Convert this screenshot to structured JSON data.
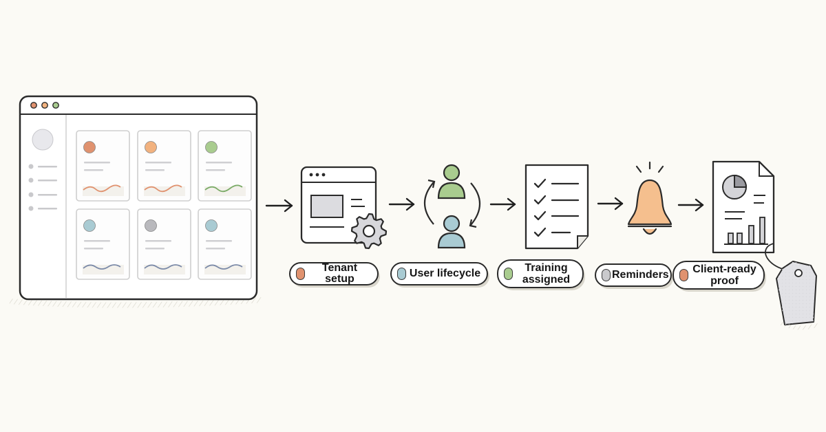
{
  "colors": {
    "orange": "#f2b27f",
    "rust": "#e0926f",
    "green": "#a9cc8f",
    "blue": "#a9cbd3",
    "grey": "#c9c9cc",
    "ink": "#2a2a2a",
    "paper": "#fbfaf5"
  },
  "steps": [
    {
      "label": "Tenant setup",
      "icon": "browser-gear-icon",
      "dot_color": "#e0926f"
    },
    {
      "label": "User lifecycle",
      "icon": "user-cycle-icon",
      "dot_color": "#a9cbd3"
    },
    {
      "label": "Training assigned",
      "icon": "checklist-icon",
      "dot_color": "#a9cc8f"
    },
    {
      "label": "Reminders",
      "icon": "bell-icon",
      "dot_color": "#c9c9cc"
    },
    {
      "label": "Client-ready proof",
      "icon": "report-tag-icon",
      "dot_color": "#e0926f"
    }
  ],
  "dashboard": {
    "icon": "dashboard-window-icon",
    "window_controls": [
      "#e0926f",
      "#f2b27f",
      "#a9cc8f"
    ],
    "cards": [
      {
        "dot": "#e0926f",
        "line": "#e0926f",
        "wave": "sharp"
      },
      {
        "dot": "#f2b27f",
        "line": "#e0926f",
        "wave": "sharp"
      },
      {
        "dot": "#a9cc8f",
        "line": "#7bab67",
        "wave": "sharp"
      },
      {
        "dot": "#a9cbd3",
        "line": "#7b8aa8",
        "wave": "smooth"
      },
      {
        "dot": "#b9b9bd",
        "line": "#7b8aa8",
        "wave": "smooth"
      },
      {
        "dot": "#a9cbd3",
        "line": "#7b8aa8",
        "wave": "smooth"
      }
    ]
  }
}
